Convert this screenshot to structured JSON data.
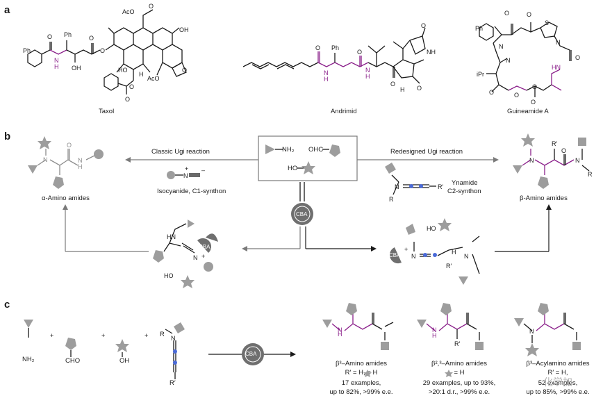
{
  "panels": {
    "a": "a",
    "b": "b",
    "c": "c"
  },
  "natural_products": {
    "taxol": "Taxol",
    "andrimid": "Andrimid",
    "guineamide": "Guineamide A"
  },
  "panel_b": {
    "classic_title": "Classic Ugi reaction",
    "classic_reagent": "Isocyanide, C1-synthon",
    "redesigned_title": "Redesigned Ugi reaction",
    "ynamide_label": "Ynamide",
    "ynamide_sub": "C2-synthon",
    "alpha_product": "α-Amino amides",
    "beta_product": "β-Amino amides",
    "catalyst": "CBA",
    "reagent_amine": "NH₂",
    "reagent_aldehyde": "OHC",
    "reagent_acid": "HO",
    "r_prime": "R′",
    "r": "R",
    "n": "N"
  },
  "panel_c": {
    "reagent_1": "NH₂",
    "reagent_2": "CHO",
    "reagent_3": "OH",
    "reagent_4_r": "R",
    "reagent_4_rprime": "R′",
    "catalyst": "CBA",
    "products": [
      {
        "title": "β³–Amino amides",
        "condition": "R′ = H,      = H",
        "examples": "17 examples,",
        "yield": "up to 82%, >99% e.e."
      },
      {
        "title": "β²,³–Amino amides",
        "condition": "      = H",
        "examples": "29 examples, up to 93%,",
        "yield": ">20:1 d.r., >99% e.e."
      },
      {
        "title": "β³–Acylamino amides",
        "condition": "R′ = H,",
        "examples": "52 examples,",
        "yield": "up to 85%, >99% e.e."
      }
    ]
  },
  "watermark": "化学加",
  "colors": {
    "accent": "#8a1f8a",
    "shape_gray": "#9d9d9d",
    "catalyst_gray": "#6f6f6f"
  }
}
